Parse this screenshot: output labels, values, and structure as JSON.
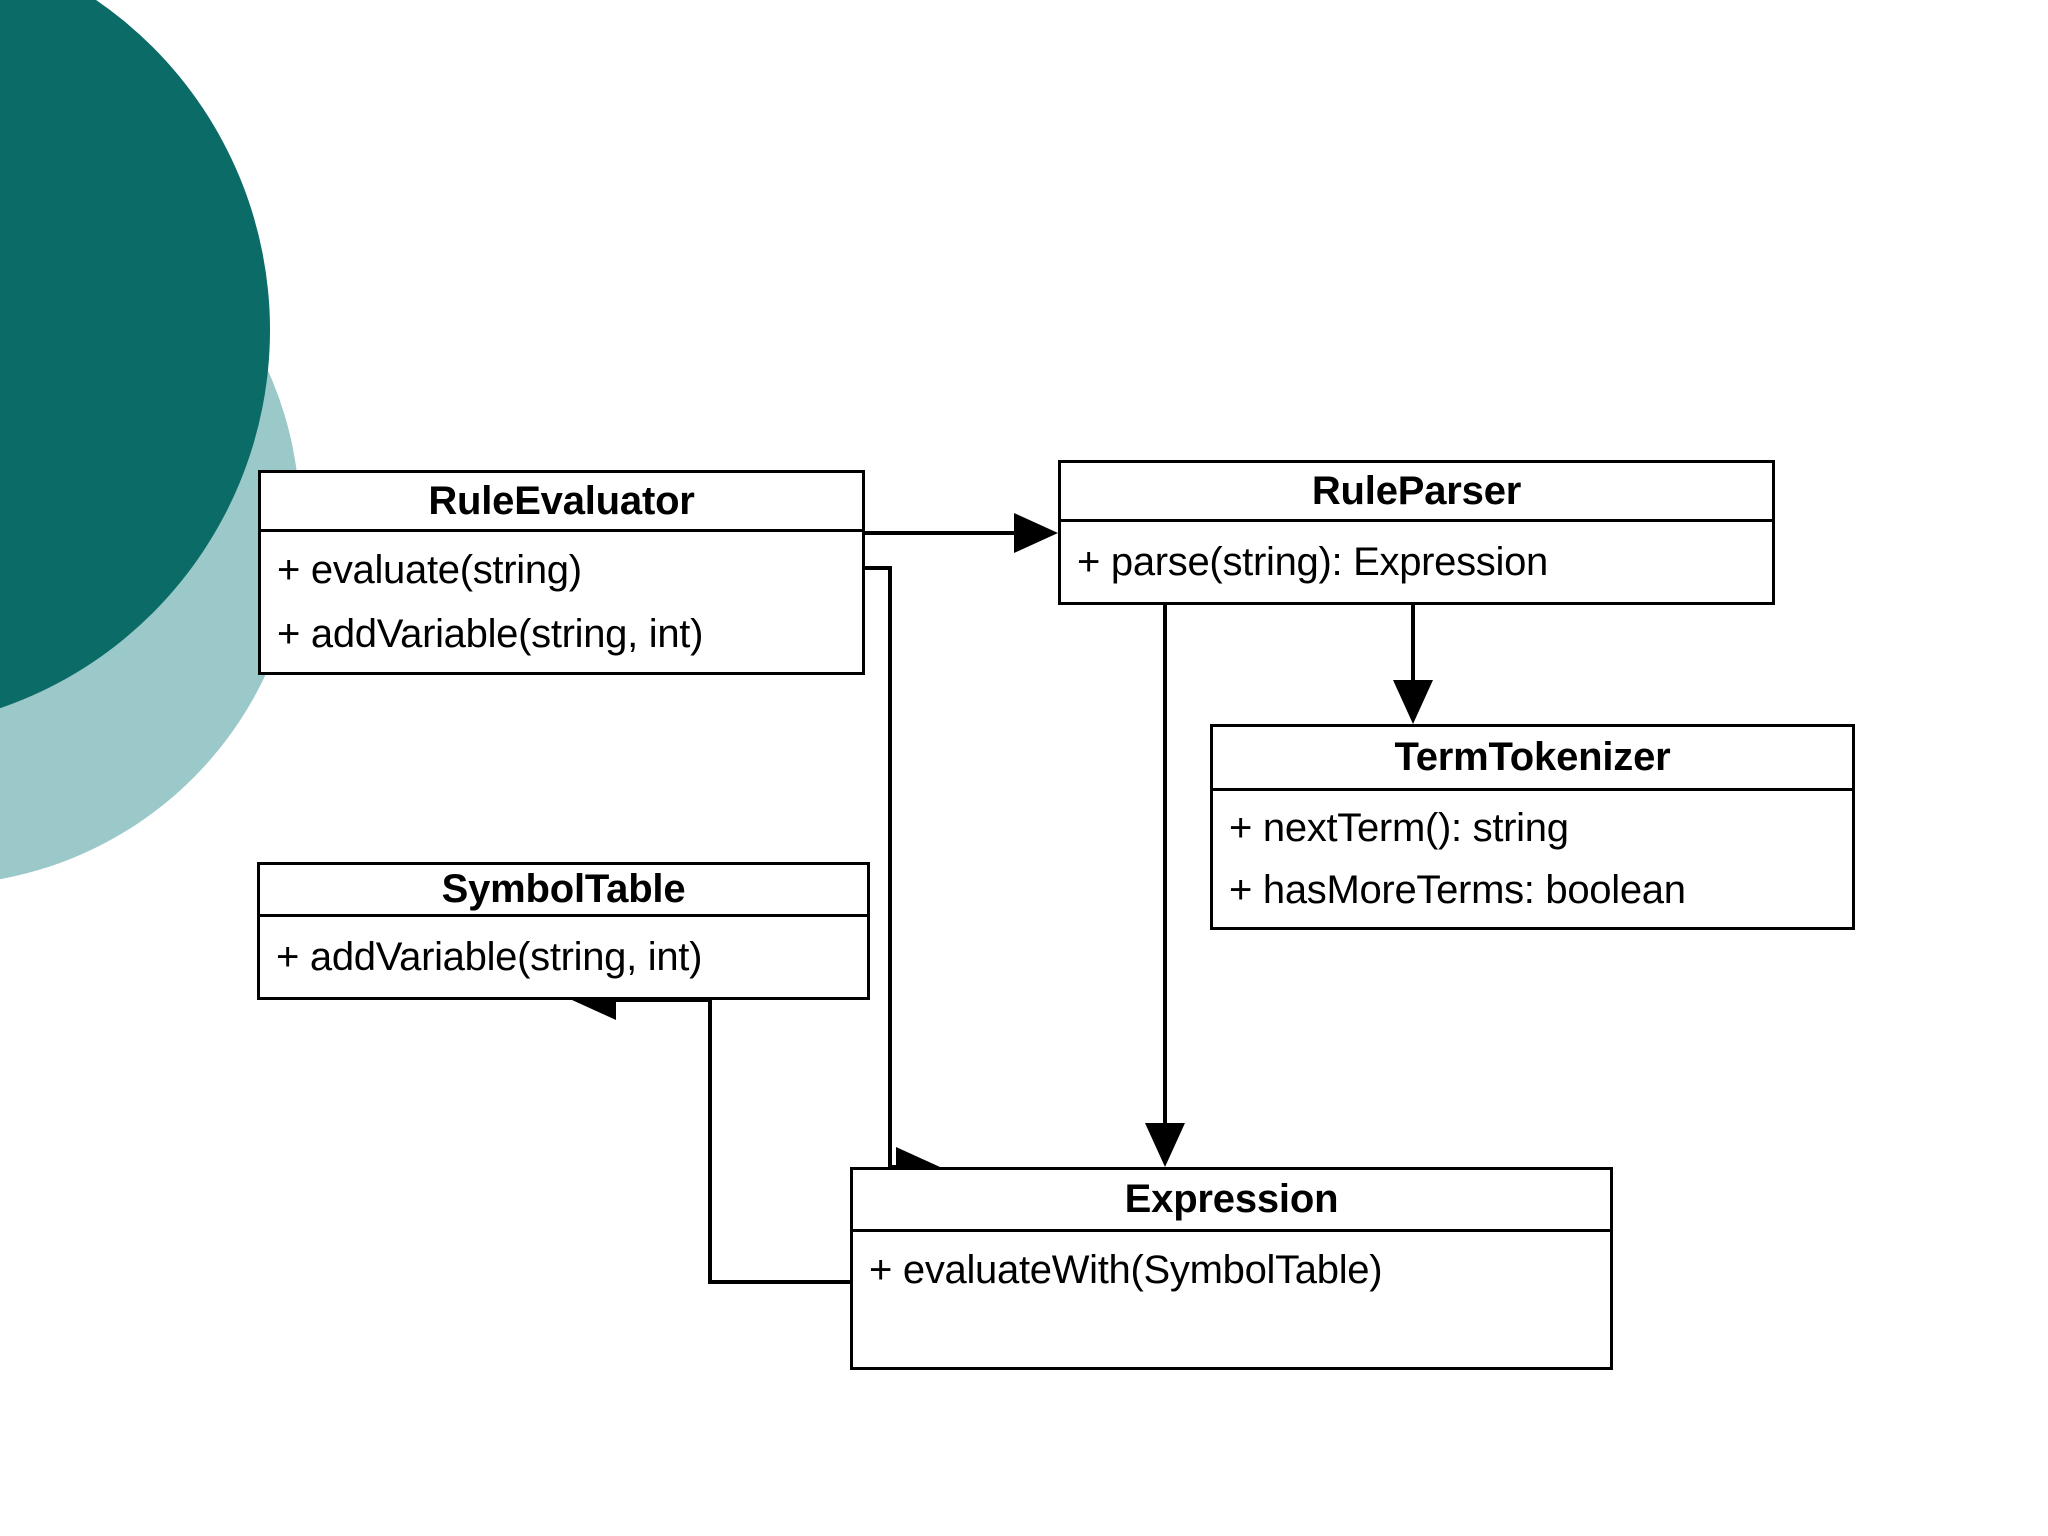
{
  "slide": {
    "background_color": "#ffffff",
    "decoration": {
      "dark_circle_color": "#0b6b67",
      "light_circle_color": "#9bc8c8"
    }
  },
  "diagram": {
    "kind": "uml-class-diagram",
    "line_color": "#000000",
    "box_fill": "#ffffff",
    "classes": [
      {
        "id": "RuleEvaluator",
        "name": "RuleEvaluator",
        "members": [
          "+ evaluate(string)",
          "+ addVariable(string, int)"
        ]
      },
      {
        "id": "RuleParser",
        "name": "RuleParser",
        "members": [
          "+ parse(string): Expression"
        ]
      },
      {
        "id": "TermTokenizer",
        "name": "TermTokenizer",
        "members": [
          "+ nextTerm(): string",
          "+ hasMoreTerms: boolean"
        ]
      },
      {
        "id": "SymbolTable",
        "name": "SymbolTable",
        "members": [
          "+ addVariable(string, int)"
        ]
      },
      {
        "id": "Expression",
        "name": "Expression",
        "members": [
          "+ evaluateWith(SymbolTable)"
        ]
      }
    ],
    "associations": [
      {
        "from": "RuleEvaluator",
        "to": "RuleParser",
        "arrow": "open-solid"
      },
      {
        "from": "RuleEvaluator",
        "to": "Expression",
        "arrow": "open-solid"
      },
      {
        "from": "RuleParser",
        "to": "TermTokenizer",
        "arrow": "open-solid"
      },
      {
        "from": "RuleParser",
        "to": "Expression",
        "arrow": "open-solid"
      },
      {
        "from": "Expression",
        "to": "SymbolTable",
        "arrow": "open-solid"
      }
    ]
  }
}
